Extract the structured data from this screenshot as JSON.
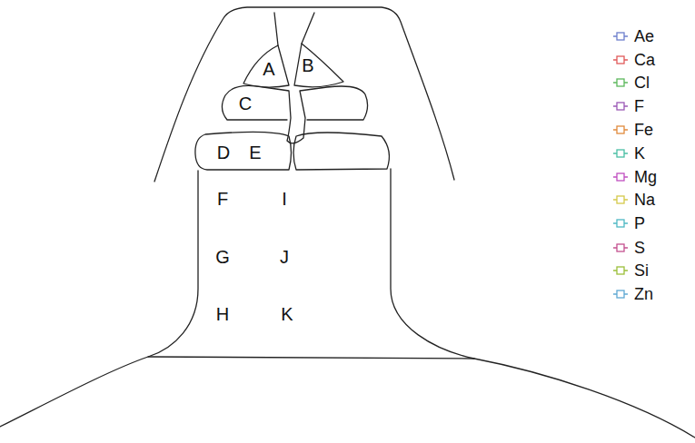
{
  "diagram": {
    "labels": [
      "A",
      "B",
      "C",
      "D",
      "E",
      "F",
      "G",
      "H",
      "I",
      "J",
      "K"
    ],
    "legend": [
      {
        "text": "Ae"
      },
      {
        "text": "Ca"
      },
      {
        "text": "Cl"
      },
      {
        "text": "F"
      },
      {
        "text": "Fe"
      },
      {
        "text": "K"
      },
      {
        "text": "Mg"
      },
      {
        "text": "Na"
      },
      {
        "text": "P"
      },
      {
        "text": "S"
      },
      {
        "text": "Si"
      },
      {
        "text": "Zn"
      }
    ]
  }
}
